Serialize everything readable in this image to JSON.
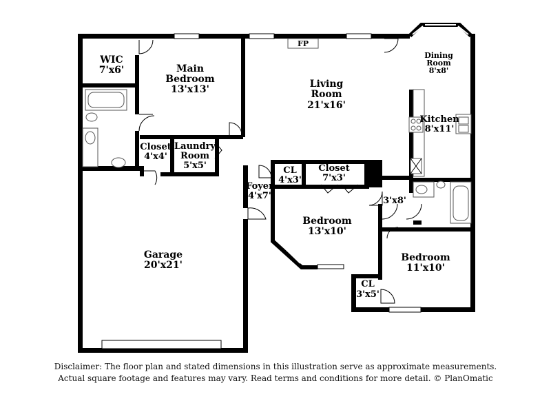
{
  "rooms": {
    "wic": {
      "name": "WIC",
      "dim": "7'x6'"
    },
    "main_bedroom": {
      "name_line1": "Main",
      "name_line2": "Bedroom",
      "dim": "13'x13'"
    },
    "living_room": {
      "name_line1": "Living",
      "name_line2": "Room",
      "dim": "21'x16'"
    },
    "dining_room": {
      "name_line1": "Dining",
      "name_line2": "Room",
      "dim": "8'x8'"
    },
    "kitchen": {
      "name": "Kitchen",
      "dim": "8'x11'"
    },
    "closet_main": {
      "name": "Closet",
      "dim": "4'x4'"
    },
    "laundry": {
      "name_line1": "Laundry",
      "name_line2": "Room",
      "dim": "5'x5'"
    },
    "cl_small": {
      "name": "CL",
      "dim": "4'x3'"
    },
    "closet_bed": {
      "name": "Closet",
      "dim": "7'x3'"
    },
    "foyer": {
      "name": "Foyer",
      "dim": "4'x7'"
    },
    "hall": {
      "dim": "3'x8'"
    },
    "bedroom2": {
      "name": "Bedroom",
      "dim": "13'x10'"
    },
    "bedroom3": {
      "name": "Bedroom",
      "dim": "11'x10'"
    },
    "cl_bed3": {
      "name": "CL",
      "dim": "3'x5'"
    },
    "garage": {
      "name": "Garage",
      "dim": "20'x21'"
    }
  },
  "fireplace_label": "FP",
  "disclaimer": {
    "line1": "Disclaimer: The floor plan and stated dimensions in this illustration serve as approximate measurements.",
    "line2": "Actual square footage and features may vary. Read terms and conditions for more detail. © PlanOmatic"
  }
}
